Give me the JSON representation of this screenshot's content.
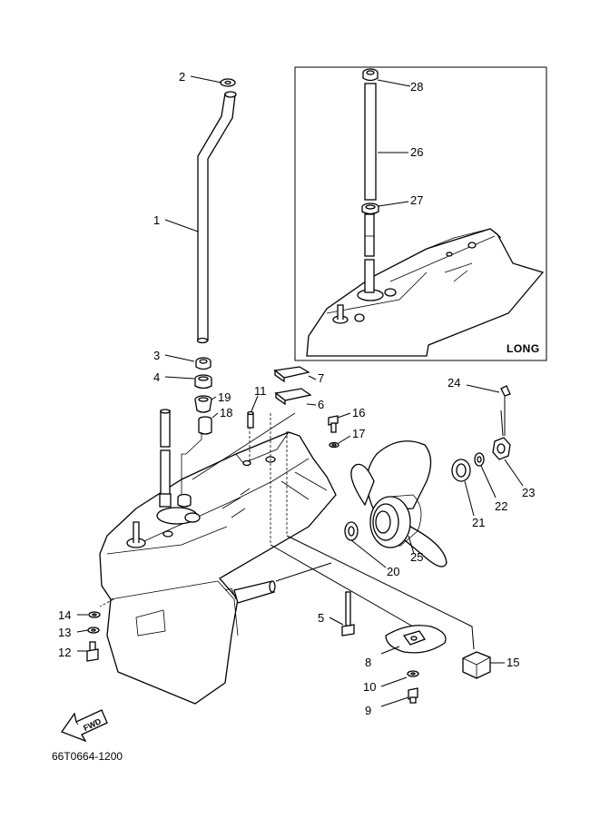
{
  "inset_label": "LONG",
  "drawing_code": "66T0664-1200",
  "direction_label": "FWD",
  "parts": [
    "1",
    "2",
    "3",
    "4",
    "5",
    "6",
    "7",
    "8",
    "9",
    "10",
    "11",
    "12",
    "13",
    "14",
    "15",
    "16",
    "17",
    "18",
    "19",
    "20",
    "21",
    "22",
    "23",
    "24",
    "25",
    "26",
    "27",
    "28"
  ]
}
